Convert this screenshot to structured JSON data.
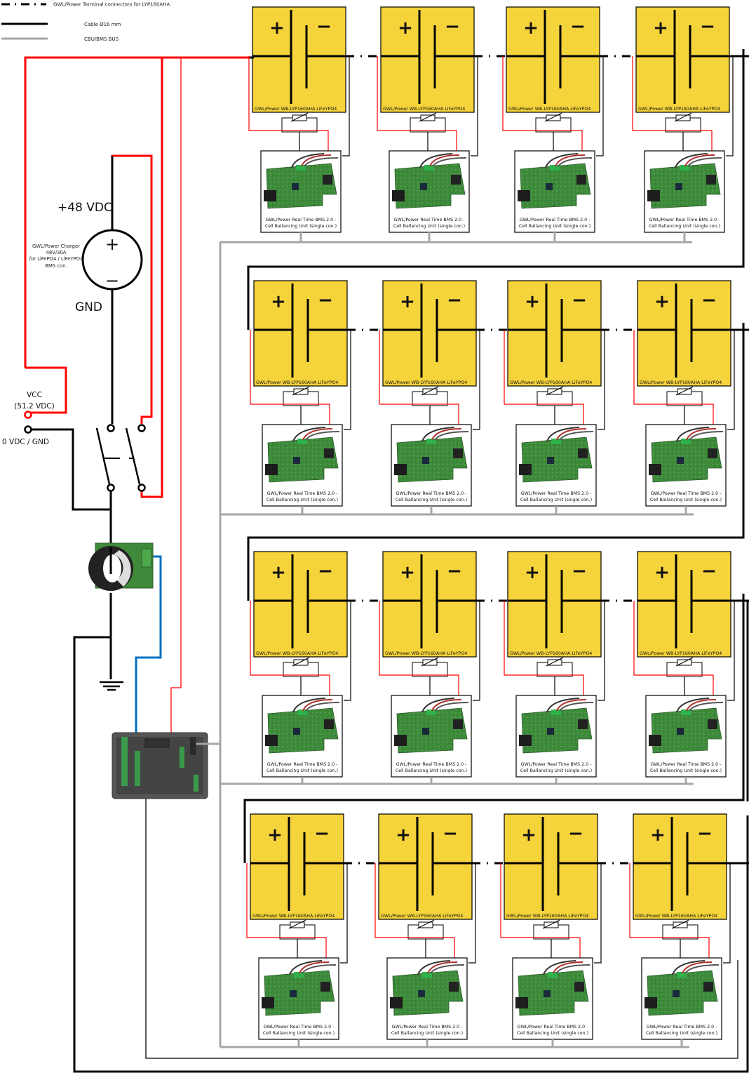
{
  "legend": [
    {
      "style": "dash-dot",
      "label": "GWL/Power Terminal connectors for LYP160AHA"
    },
    {
      "style": "cable",
      "label": "Cable Ø16 mm"
    },
    {
      "style": "bus",
      "label": "CBU/BMS BUS"
    }
  ],
  "charger": {
    "positive_label": "+48 VDC",
    "ground_label": "GND",
    "description": [
      "GWL/Power Charger",
      "48V/30A",
      "for LiFePO4 / LiFeYPO4",
      "BMS con."
    ],
    "plus_symbol": "+",
    "minus_symbol": "−"
  },
  "outputs": {
    "vcc_label": "VCC",
    "vcc_voltage": "(51.2 VDC)",
    "gnd_label": "0 VDC / GND"
  },
  "cell": {
    "label": "GWL/Power WB-LYP160AHA LiFeYPO4",
    "plus_symbol": "+",
    "minus_symbol": "−"
  },
  "bms": {
    "label_line1": "GWL/Power Real Time BMS 2.0 -",
    "label_line2": "Cell Ballancing Unit (single con.)"
  },
  "layout_info": {
    "rows": 4,
    "cells_per_row": 4,
    "total_cells": 16
  },
  "components": {
    "switch": "double-pole-switch",
    "current_sensor": "current-sensor-module",
    "controller": "bms-central-control-unit",
    "ground": "earth-ground"
  },
  "colors": {
    "cell_fill": "#f5d33b",
    "cable": "#000000",
    "positive_wire": "#ff0000",
    "bus": "#a6a6a6",
    "signal_blue": "#0070c0",
    "board_green": "#3f8a3a"
  }
}
